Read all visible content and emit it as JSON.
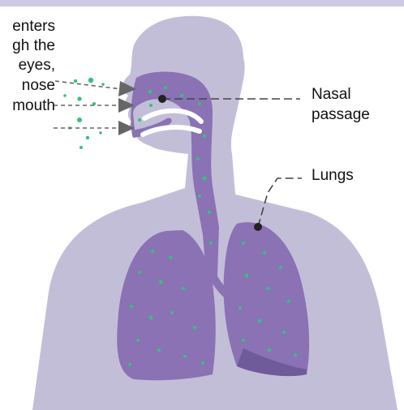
{
  "labels": {
    "intake_lines": [
      "enters",
      "gh the",
      "eyes,",
      "nose",
      "mouth"
    ],
    "nasal_line1": "Nasal",
    "nasal_line2": "passage",
    "lungs": "Lungs"
  },
  "colors": {
    "top_band": "#cfc9e2",
    "body": "#c3bed8",
    "airway": "#8a72b4",
    "lungs": "#8a72b4",
    "lung_shadow": "#6f5a9a",
    "particles": "#33c27a",
    "leader_lines": "#444444",
    "arrows": "#666666"
  },
  "icons": [
    "particle-dot",
    "pointer-arrow",
    "leader-line-marker"
  ]
}
